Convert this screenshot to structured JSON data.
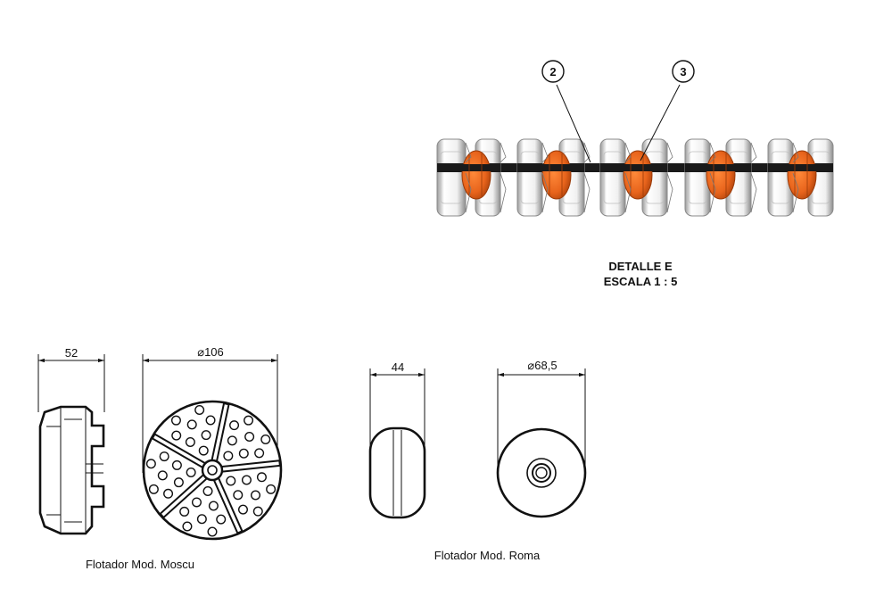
{
  "detail": {
    "title": "DETALLE E",
    "scale": "ESCALA 1 : 5",
    "balloons": [
      "2",
      "3"
    ],
    "colors": {
      "orange": "#e8641c",
      "orange_dark": "#9a3a08",
      "white_float": "#f4f4f4",
      "grey_edge": "#8a8a8a",
      "rope": "#1a1a1a"
    }
  },
  "moscu": {
    "caption": "Flotador Mod. Moscu",
    "width_dim": "52",
    "diameter_symbol": "⌀",
    "diameter_dim": "106"
  },
  "roma": {
    "caption": "Flotador Mod. Roma",
    "width_dim": "44",
    "diameter_symbol": "⌀",
    "diameter_dim": "68,5"
  }
}
